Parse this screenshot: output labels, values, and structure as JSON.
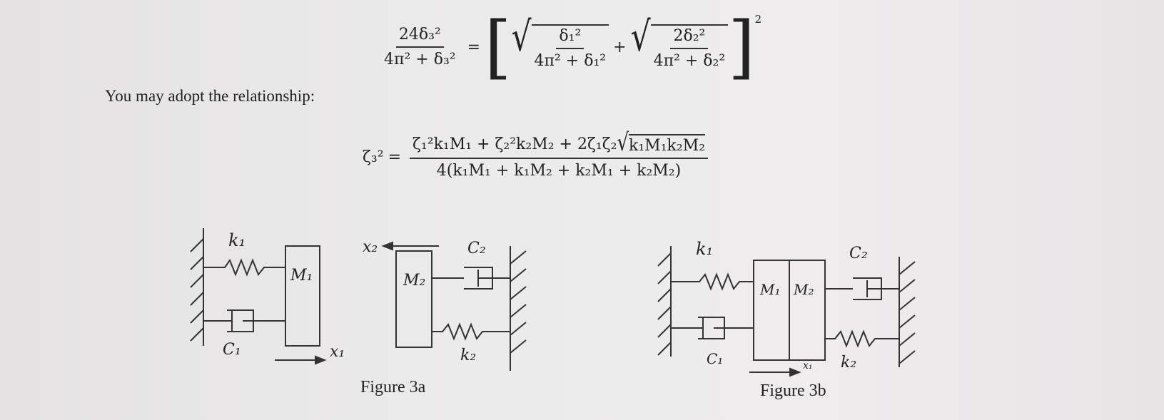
{
  "equation1": {
    "lhs_num": "24δ₃²",
    "lhs_den": "4π² + δ₃²",
    "equals": "=",
    "term1_num": "δ₁²",
    "term1_den": "4π² + δ₁²",
    "plus": "+",
    "term2_num": "2δ₂²",
    "term2_den": "4π² + δ₂²",
    "outer_power": "2"
  },
  "intro_text": "You may adopt the relationship:",
  "equation2": {
    "lhs": "ζ₃²",
    "equals": "=",
    "numerator": "ζ₁²k₁M₁ + ζ₂²k₂M₂ + 2ζ₁ζ₂",
    "numerator_root": "k₁M₁k₂M₂",
    "denominator": "4(k₁M₁ + k₁M₂ + k₂M₁ + k₂M₂)"
  },
  "figure3a": {
    "caption": "Figure 3a",
    "labels": {
      "k1": "k₁",
      "M1": "M₁",
      "C1": "C₁",
      "x1": "x₁",
      "x2": "x₂",
      "C2": "C₂",
      "M2": "M₂",
      "k2": "k₂"
    }
  },
  "figure3b": {
    "caption": "Figure 3b",
    "labels": {
      "k1": "k₁",
      "M1": "M₁",
      "M2": "M₂",
      "C1": "C₁",
      "C2": "C₂",
      "k2": "k₂",
      "x1": "x₁"
    }
  }
}
